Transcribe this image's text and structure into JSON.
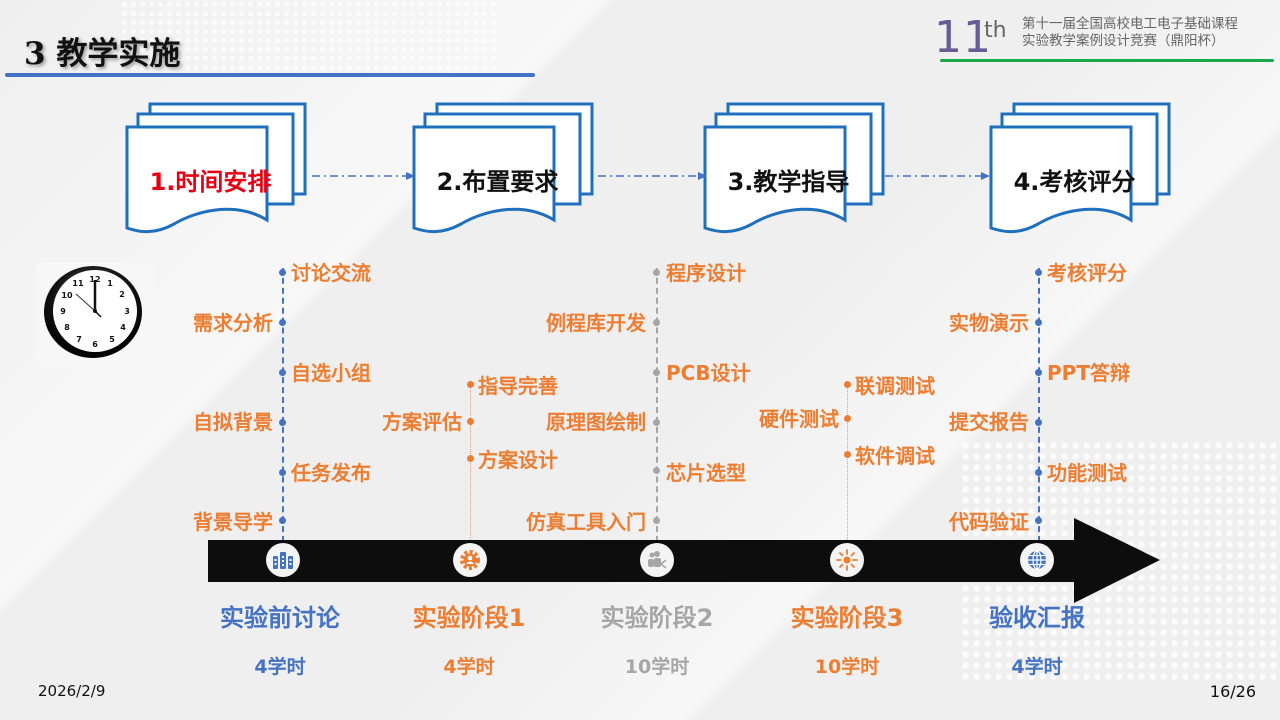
{
  "header": {
    "title": "3 教学实施",
    "logo": {
      "number": "11",
      "suffix": "th",
      "line1": "第十一届全国高校电工电子基础课程",
      "line2": "实验教学案例设计竞赛（鼎阳杯）"
    }
  },
  "steps": [
    {
      "label": "1.时间安排",
      "active": true
    },
    {
      "label": "2.布置要求",
      "active": false
    },
    {
      "label": "3.教学指导",
      "active": false
    },
    {
      "label": "4.考核评分",
      "active": false
    }
  ],
  "clock": {
    "icon": "wall-clock-icon",
    "time": "12:00"
  },
  "timelines": [
    {
      "color": "blue",
      "items_right": [
        "讨论交流",
        "自选小组",
        "任务发布"
      ],
      "items_left": [
        "需求分析",
        "自拟背景",
        "背景导学"
      ]
    },
    {
      "color": "orange",
      "items_right": [
        "指导完善",
        "方案设计"
      ],
      "items_left": [
        "方案评估"
      ]
    },
    {
      "color": "grey",
      "items_right": [
        "程序设计",
        "PCB设计",
        "芯片选型"
      ],
      "items_left": [
        "例程库开发",
        "原理图绘制",
        "仿真工具入门"
      ]
    },
    {
      "color": "orange",
      "items_right": [
        "联调测试",
        "软件调试"
      ],
      "items_left": [
        "硬件测试"
      ]
    },
    {
      "color": "blue",
      "items_right": [
        "考核评分",
        "PPT答辩",
        "功能测试"
      ],
      "items_left": [
        "实物演示",
        "提交报告",
        "代码验证"
      ]
    }
  ],
  "phases": [
    {
      "name": "实验前讨论",
      "hours": "4学时",
      "icon": "buildings-icon",
      "color": "#4472c4"
    },
    {
      "name": "实验阶段1",
      "hours": "4学时",
      "icon": "gear-person-icon",
      "color": "#ed7d31"
    },
    {
      "name": "实验阶段2",
      "hours": "10学时",
      "icon": "team-share-icon",
      "color": "#a6a6a6"
    },
    {
      "name": "实验阶段3",
      "hours": "10学时",
      "icon": "sunburst-icon",
      "color": "#ed7d31"
    },
    {
      "name": "验收汇报",
      "hours": "4学时",
      "icon": "globe-icon",
      "color": "#4472c4"
    }
  ],
  "footer": {
    "date": "2026/2/9",
    "page": "16/26"
  },
  "colors": {
    "accent_blue": "#4472c4",
    "accent_orange": "#ed7d31",
    "accent_grey": "#a6a6a6",
    "active_red": "#e60012",
    "logo_green": "#1aa64a",
    "logo_purple": "#6b5b95"
  }
}
